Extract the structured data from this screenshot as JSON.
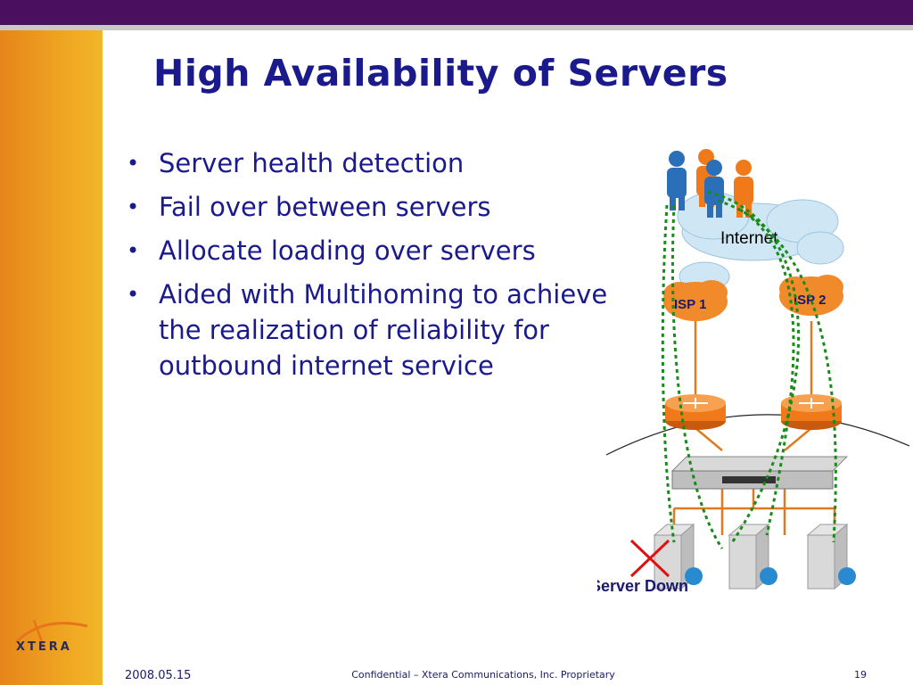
{
  "slide": {
    "title": "High Availability of Servers",
    "bullets": [
      "Server health detection",
      "Fail over between servers",
      "Allocate loading over servers",
      "Aided with Multihoming to achieve the realization of reliability for outbound internet service"
    ]
  },
  "diagram": {
    "cloud_label": "Internet",
    "isp1_label": "ISP 1",
    "isp2_label": "ISP 2",
    "server_down_label": "Server Down"
  },
  "brand": {
    "logo_text": "XTERA"
  },
  "footer": {
    "date": "2008.05.15",
    "confidential": "Confidential – Xtera Communications, Inc. Proprietary",
    "page_number": "19"
  },
  "colors": {
    "title": "#1a1a8c",
    "top_band": "#4a0f5e",
    "side_bar": "#eea221",
    "failover_path": "#1a8a1a",
    "link": "#e07a20",
    "failed": "#e01010"
  }
}
